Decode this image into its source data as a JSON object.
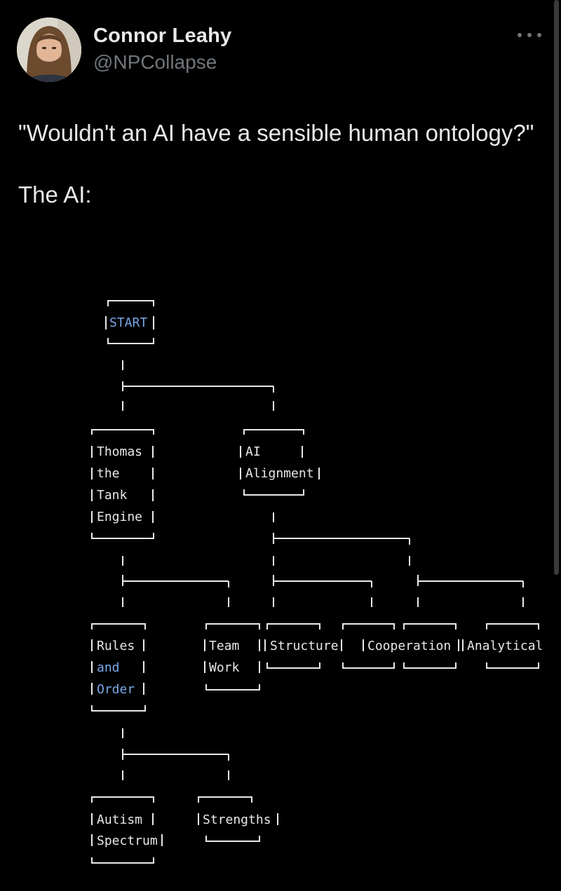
{
  "tweet": {
    "author_name": "Connor Leahy",
    "author_handle": "@NPCollapse",
    "more_icon": "more-horizontal-icon",
    "text": "\"Wouldn't an AI have a sensible human ontology?\"\n\nThe AI:"
  },
  "diagram": {
    "nodes": {
      "start": [
        "START"
      ],
      "thomas": [
        "Thomas",
        "the",
        "Tank",
        "Engine"
      ],
      "ai_alignment": [
        "AI",
        "Alignment"
      ],
      "rules": [
        "Rules",
        "and",
        "Order"
      ],
      "teamwork": [
        "Team",
        "Work"
      ],
      "structure": [
        "Structure"
      ],
      "cooperation": [
        "Cooperation"
      ],
      "analytical": [
        "Analytical"
      ],
      "autism": [
        "Autism",
        "Spectrum"
      ],
      "strengths": [
        "Strengths"
      ]
    },
    "accent_color": "#7aa7e8"
  }
}
